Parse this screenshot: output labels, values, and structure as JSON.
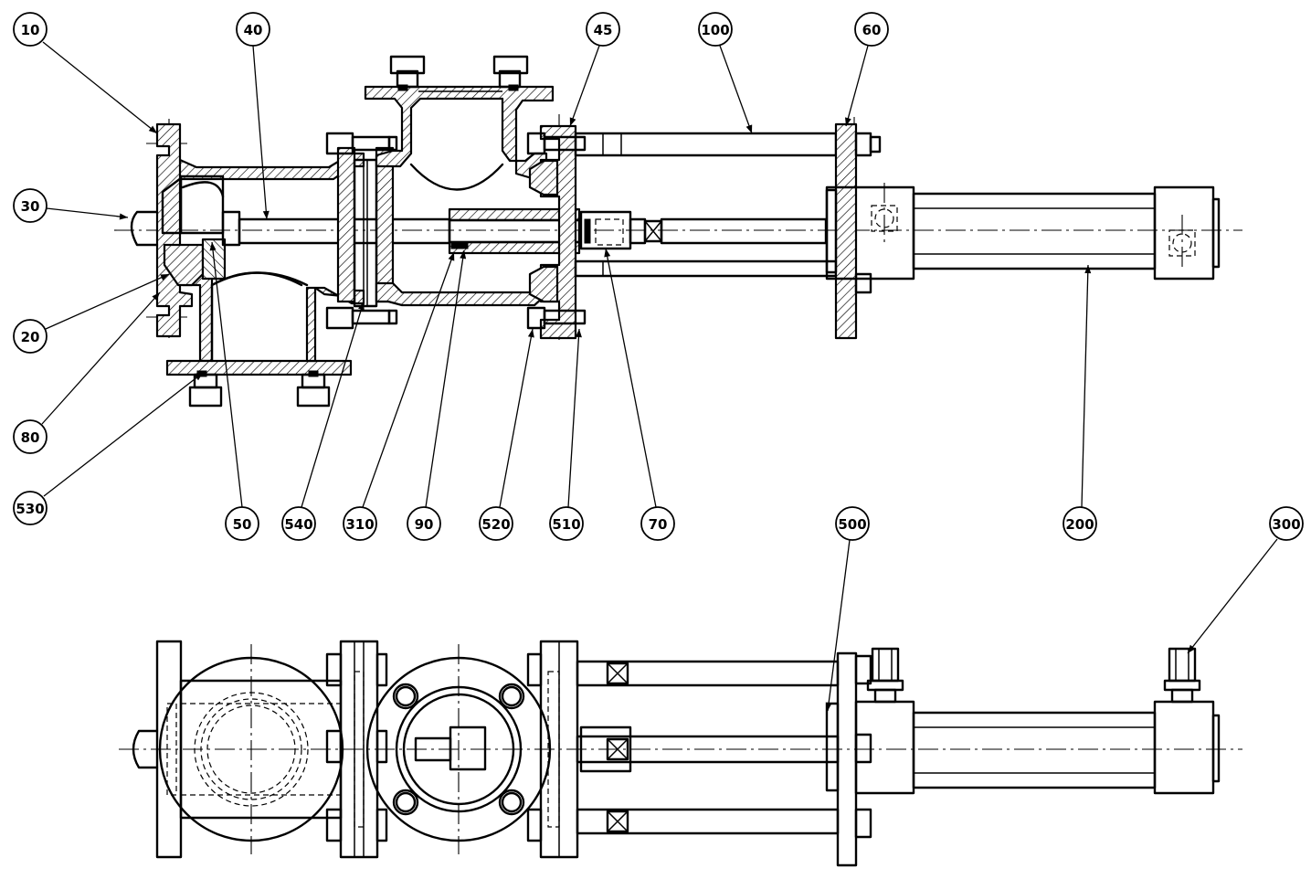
{
  "callouts": [
    {
      "id": "c10",
      "label": "10"
    },
    {
      "id": "c40",
      "label": "40"
    },
    {
      "id": "c45",
      "label": "45"
    },
    {
      "id": "c100",
      "label": "100"
    },
    {
      "id": "c60",
      "label": "60"
    },
    {
      "id": "c30",
      "label": "30"
    },
    {
      "id": "c20",
      "label": "20"
    },
    {
      "id": "c80",
      "label": "80"
    },
    {
      "id": "c530",
      "label": "530"
    },
    {
      "id": "c50",
      "label": "50"
    },
    {
      "id": "c540",
      "label": "540"
    },
    {
      "id": "c310",
      "label": "310"
    },
    {
      "id": "c90",
      "label": "90"
    },
    {
      "id": "c520",
      "label": "520"
    },
    {
      "id": "c510",
      "label": "510"
    },
    {
      "id": "c70",
      "label": "70"
    },
    {
      "id": "c200",
      "label": "200"
    },
    {
      "id": "c500",
      "label": "500"
    },
    {
      "id": "c300",
      "label": "300"
    }
  ]
}
